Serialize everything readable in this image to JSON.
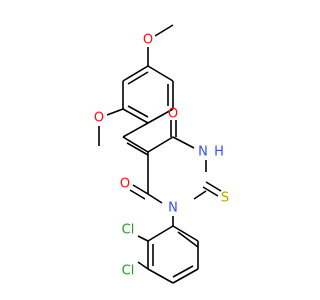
{
  "molecule": {
    "atoms": {
      "o_top_methoxy": "O",
      "o_side_methoxy": "O",
      "o_carbonyl_top": "O",
      "o_carbonyl_bottom": "O",
      "n_h": "N",
      "h_on_n": "H",
      "n_ring": "N",
      "s_thione": "S",
      "cl_1": "Cl",
      "cl_2": "Cl"
    },
    "colors": {
      "oxygen": "#ff0d0d",
      "nitrogen": "#3050f8",
      "sulfur": "#b8a200",
      "chlorine": "#1ea01e",
      "bond": "#000000",
      "background": "#ffffff"
    }
  }
}
